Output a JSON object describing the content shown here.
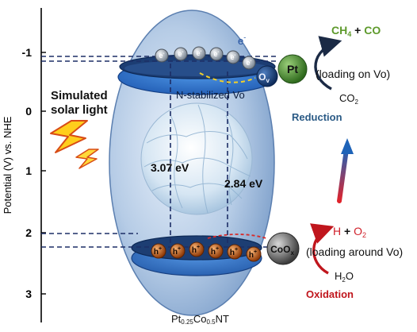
{
  "axis": {
    "ylabel": "Potential (V) vs. NHE",
    "ticks": [
      "-1",
      "0",
      "1",
      "2",
      "3"
    ]
  },
  "labels": {
    "light_line1": "Simulated",
    "light_line2": "solar light",
    "electron_label": "e",
    "electron_sup": "-",
    "vo_main": "O",
    "vo_sub": "v",
    "cb_region": "N-stabilized Vo",
    "gap_large": "3.07 eV",
    "gap_small": "2.84 eV",
    "sample_main": "Pt",
    "sample_sub1": "0.25",
    "sample_mid": "Co",
    "sample_sub2": "0.5",
    "sample_end": "NT"
  },
  "reduction": {
    "catalyst": "Pt",
    "product_ch4_main": "CH",
    "product_ch4_sub": "4",
    "product_plus": " + ",
    "product_co": "CO",
    "note": "(loading on Vo)",
    "reactant_main": "CO",
    "reactant_sub": "2",
    "title": "Reduction"
  },
  "oxidation": {
    "catalyst_main": "CoO",
    "catalyst_sub": "x",
    "product_h": "H",
    "product_plus": " + ",
    "product_o2_main": "O",
    "product_o2_sub": "2",
    "note": "(loading around Vo)",
    "reactant_main": "H",
    "reactant_sub": "2",
    "reactant_end": "O",
    "title": "Oxidation"
  },
  "carriers": {
    "electron_symbol": "e",
    "electron_charge": "-",
    "hole_symbol": "h",
    "hole_charge": "+"
  },
  "colors": {
    "reduction_title": "#2a5a85",
    "oxidation_title": "#c0161d",
    "ch4_co": "#5e9a2c",
    "h_o2": "#d0202a",
    "ellipse_fill": "#b7cde8",
    "band": "#3f7fd0"
  }
}
